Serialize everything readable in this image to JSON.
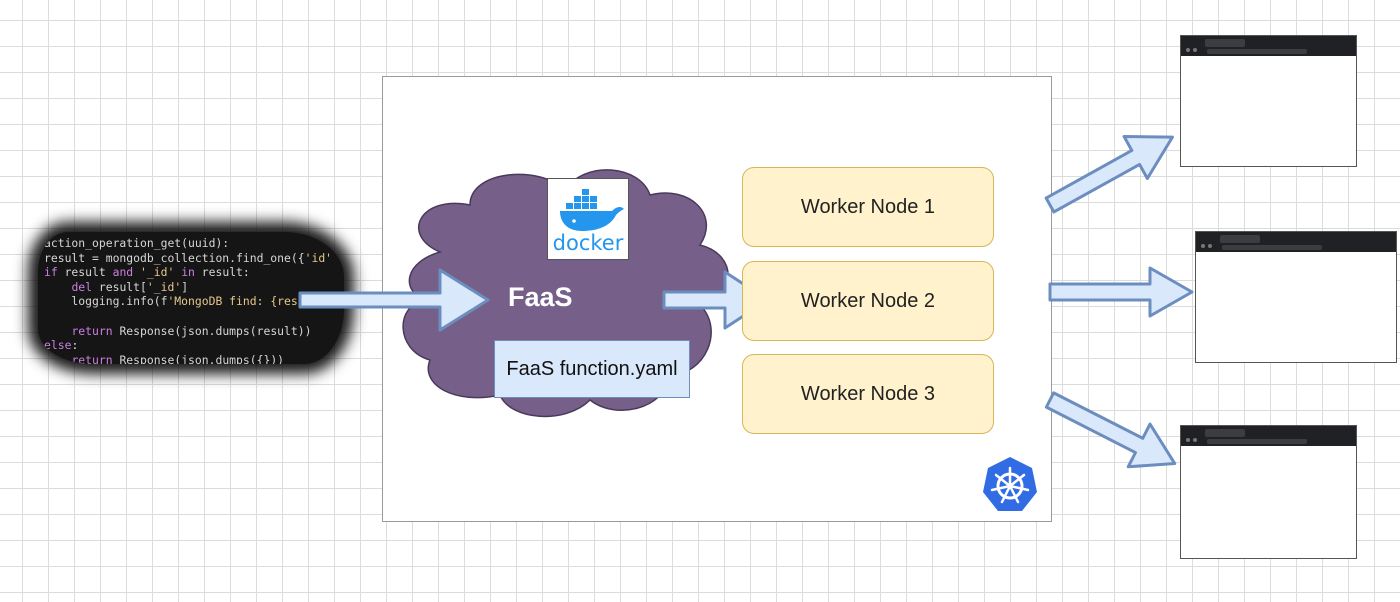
{
  "code": {
    "lines": [
      "action_operation_get(uuid):",
      "result = mongodb_collection.find_one({'id'",
      "if result and '_id' in result:",
      "    del result['_id']",
      "    logging.info(f'MongoDB find: {result}')",
      "",
      "    return Response(json.dumps(result))",
      "else:",
      "    return Response(json.dumps({}))"
    ]
  },
  "faas": {
    "label": "FaaS",
    "function_file": "FaaS function.yaml",
    "docker_label": "docker"
  },
  "cluster": {
    "workers": [
      "Worker Node 1",
      "Worker Node 2",
      "Worker Node 3"
    ]
  },
  "colors": {
    "cloud": "#76608a",
    "arrow_stroke": "#6c8ebf",
    "arrow_fill": "#dae8fc",
    "worker_fill": "#fff2cc",
    "worker_stroke": "#d6b656",
    "docker_blue": "#2496ed",
    "k8s_blue": "#326ce5"
  }
}
